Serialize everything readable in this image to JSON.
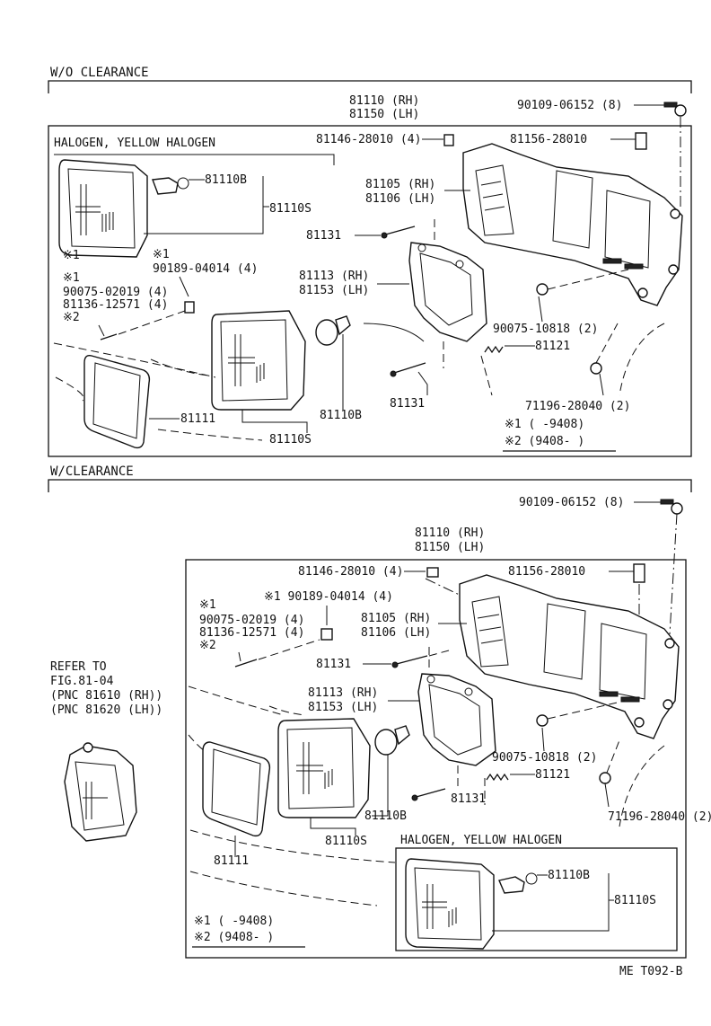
{
  "top": {
    "section_title": "W/O CLEARANCE",
    "halogen_title": "HALOGEN, YELLOW HALOGEN",
    "labels": {
      "p81110": "81110 (RH)",
      "p81150": "81150 (LH)",
      "p90109": "90109-06152 (8)",
      "p81146": "81146-28010 (4)",
      "p81156": "81156-28010",
      "p81110B_a": "81110B",
      "p81110S_a": "81110S",
      "p81105": "81105 (RH)",
      "p81106": "81106 (LH)",
      "p81131_a": "81131",
      "n1a": "※1",
      "p90189": "90189-04014 (4)",
      "n1b": "※1",
      "p90075a": "90075-02019 (4)",
      "p81136": "81136-12571 (4)",
      "n2": "※2",
      "p81113": "81113 (RH)",
      "p81153": "81153 (LH)",
      "p90075b": "90075-10818 (2)",
      "p81121": "81121",
      "p81131_b": "81131",
      "p71196": "71196-28040 (2)",
      "p81111": "81111",
      "p81110B_b": "81110B",
      "p81110S_b": "81110S",
      "note1": "※1 (     -9408)",
      "note2": "※2 (9408-      )"
    }
  },
  "bottom": {
    "section_title": "W/CLEARANCE",
    "halogen_title": "HALOGEN, YELLOW HALOGEN",
    "refer": [
      "REFER TO",
      "FIG.81-04",
      "(PNC 81610 (RH))",
      "(PNC 81620 (LH))"
    ],
    "labels": {
      "p90109": "90109-06152 (8)",
      "p81110": "81110 (RH)",
      "p81150": "81150 (LH)",
      "p81146": "81146-28010 (4)",
      "p81156": "81156-28010",
      "n1a": "※1",
      "p90189": "※1 90189-04014 (4)",
      "p90075a": "90075-02019 (4)",
      "p81136": "81136-12571 (4)",
      "n2": "※2",
      "p81105": "81105 (RH)",
      "p81106": "81106 (LH)",
      "p81131_a": "81131",
      "p81113": "81113 (RH)",
      "p81153": "81153 (LH)",
      "p90075b": "90075-10818 (2)",
      "p81121": "81121",
      "p81131_b": "81131",
      "p81110B_a": "81110B",
      "p71196": "71196-28040 (2)",
      "p81110S_a": "81110S",
      "p81111": "81111",
      "p81110B_b": "81110B",
      "p81110S_b": "81110S",
      "note1": "※1 (     -9408)",
      "note2": "※2 (9408-      )"
    }
  },
  "footer_code": "ME  T092-B"
}
